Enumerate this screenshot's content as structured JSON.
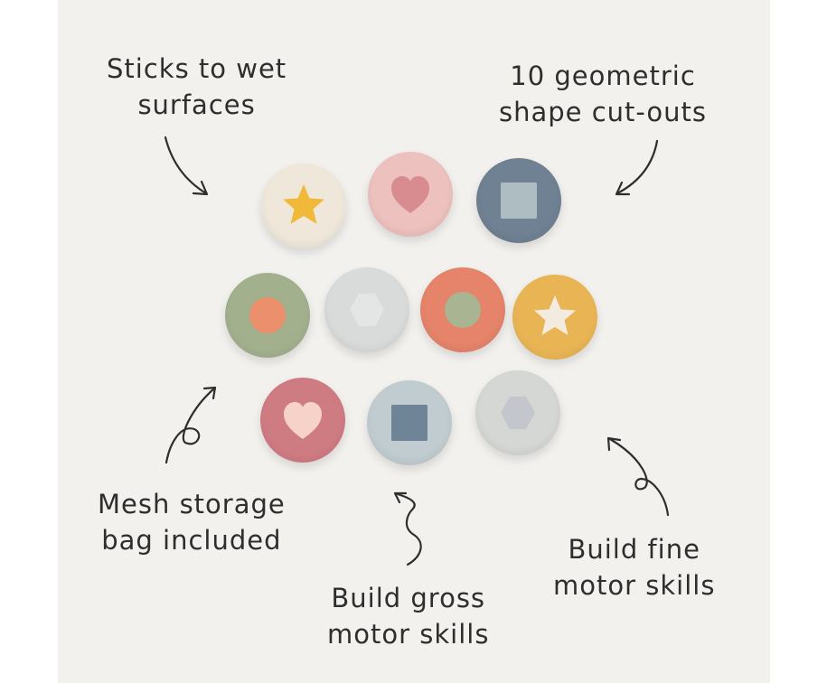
{
  "labels": {
    "top_left": [
      "Sticks to wet",
      "surfaces"
    ],
    "top_right": [
      "10 geometric",
      "shape cut-outs"
    ],
    "bottom_left": [
      "Mesh storage",
      "bag included"
    ],
    "bottom_center": [
      "Build gross",
      "motor skills"
    ],
    "bottom_right": [
      "Build fine",
      "motor skills"
    ]
  },
  "colors": {
    "background": "#f3f1ee",
    "text": "#2e2e2e"
  },
  "discs": [
    {
      "shape": "star-icon",
      "disc_color": "#efe8da",
      "shape_color": "#f1b93a"
    },
    {
      "shape": "heart-icon",
      "disc_color": "#ecc1be",
      "shape_color": "#d98c90"
    },
    {
      "shape": "square-icon",
      "disc_color": "#6f8193",
      "shape_color": "#aebdc2"
    },
    {
      "shape": "circle-icon",
      "disc_color": "#a3b08e",
      "shape_color": "#ec8f6c"
    },
    {
      "shape": "hexagon-icon",
      "disc_color": "#d9dbdb",
      "shape_color": "#e3e6e5"
    },
    {
      "shape": "circle-icon",
      "disc_color": "#e5846a",
      "shape_color": "#a8b492"
    },
    {
      "shape": "star-icon",
      "disc_color": "#e9b554",
      "shape_color": "#f3ebdf"
    },
    {
      "shape": "heart-icon",
      "disc_color": "#cf7b82",
      "shape_color": "#f6d2c8"
    },
    {
      "shape": "square-icon",
      "disc_color": "#c1ccd0",
      "shape_color": "#6f8497"
    },
    {
      "shape": "hexagon-icon",
      "disc_color": "#d5d7d4",
      "shape_color": "#c3c6cc"
    }
  ]
}
